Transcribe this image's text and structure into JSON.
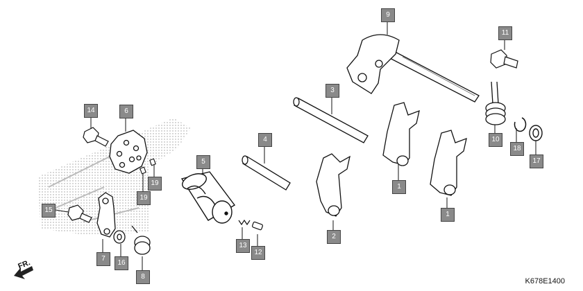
{
  "diagram_code": "K678E1400",
  "direction_label": "FR.",
  "callouts": [
    "9",
    "11",
    "3",
    "14",
    "6",
    "4",
    "5",
    "10",
    "18",
    "17",
    "1",
    "1",
    "19",
    "19",
    "15",
    "2",
    "13",
    "12",
    "7",
    "16",
    "8"
  ]
}
